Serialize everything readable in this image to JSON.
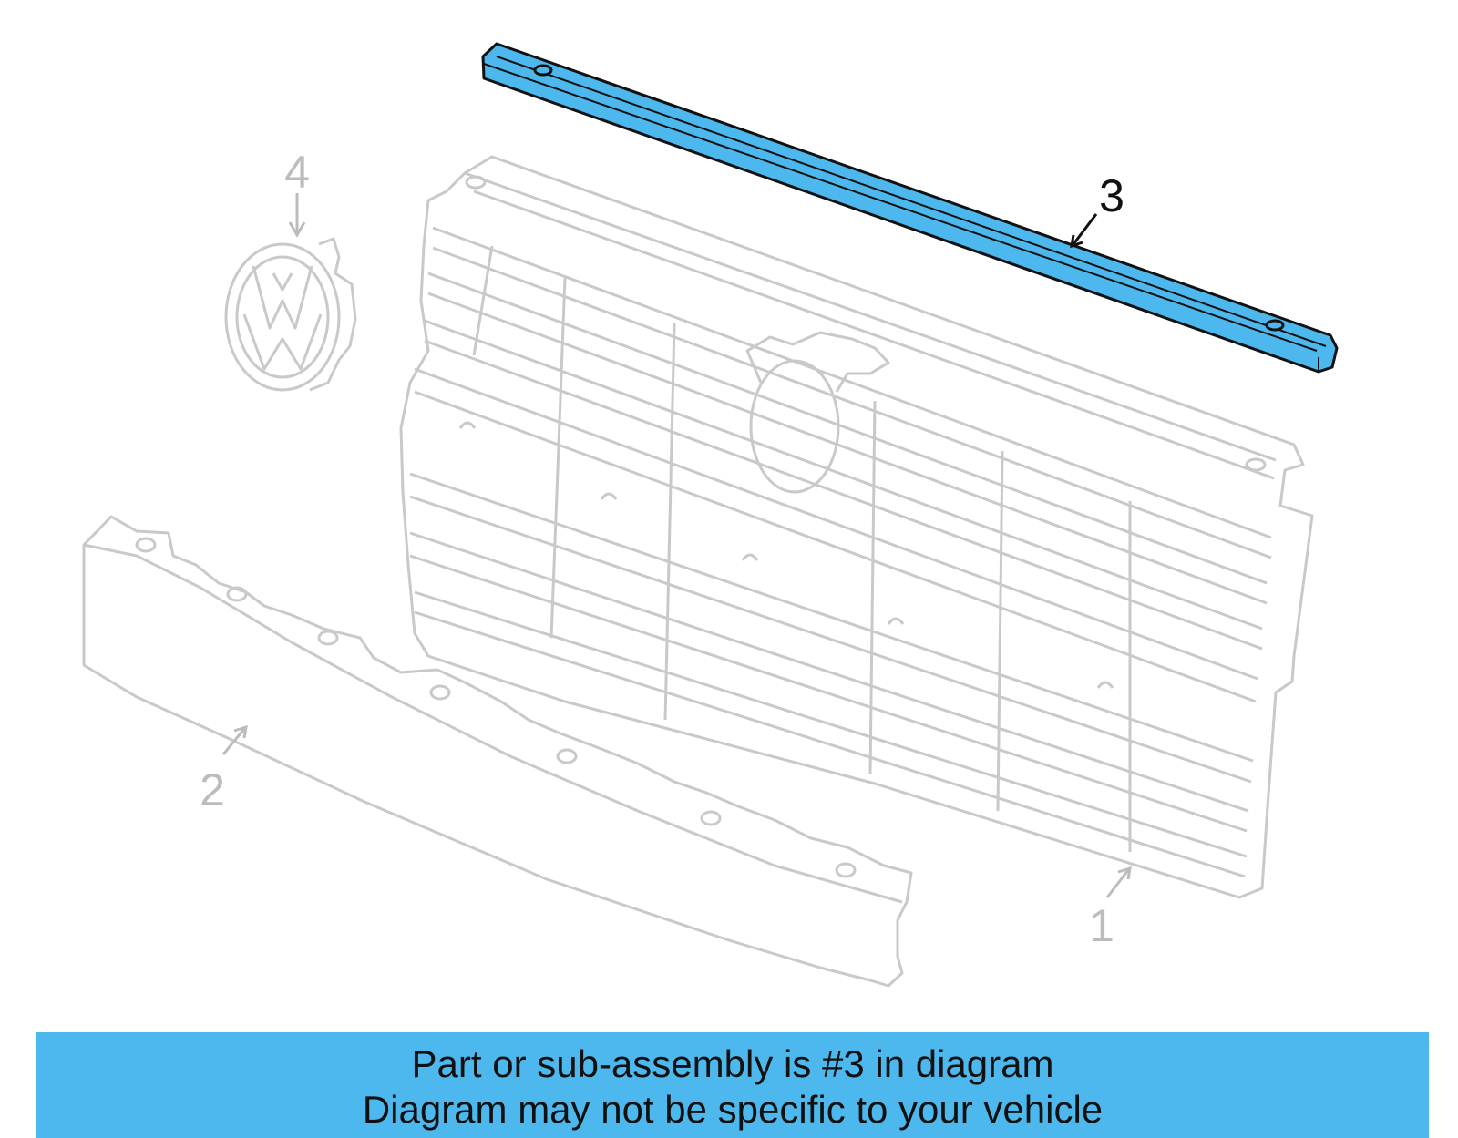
{
  "diagram": {
    "callouts": {
      "part1": "1",
      "part2": "2",
      "part3": "3",
      "part4": "4"
    },
    "highlight_color": "#4db8ee",
    "muted_color": "#c9c9c9"
  },
  "banner": {
    "line1": "Part or sub-assembly is #3 in diagram",
    "line2": "Diagram may not be specific to your vehicle",
    "background": "#4db8ee"
  }
}
